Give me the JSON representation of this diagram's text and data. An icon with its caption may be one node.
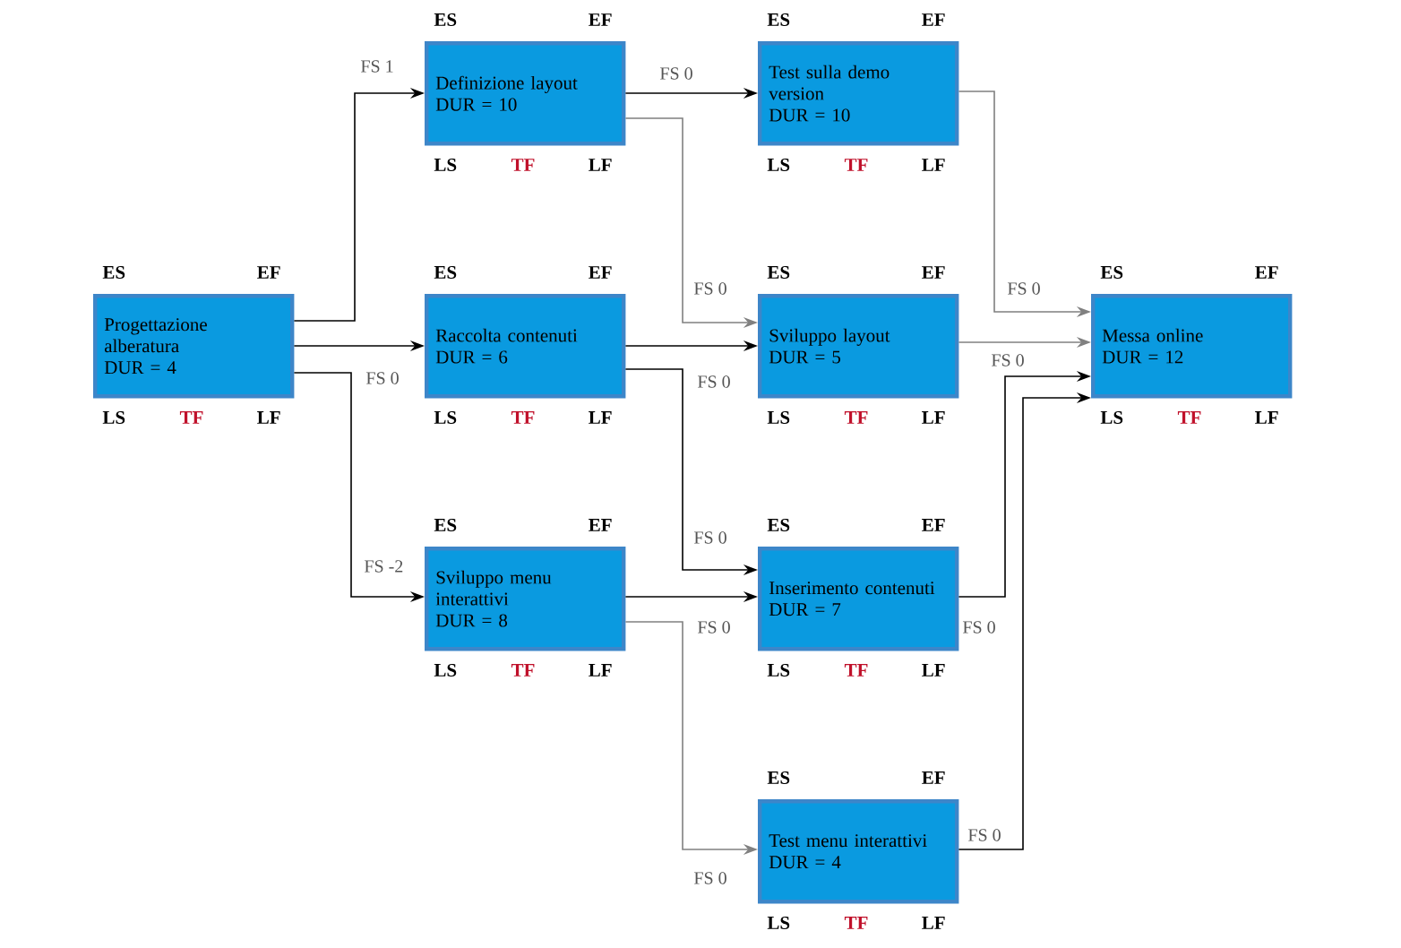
{
  "diagram": {
    "nodes": [
      {
        "text": [
          "Progettazione alberatura",
          "DUR = 4"
        ],
        "beside": [
          "ES",
          "EF",
          "LS",
          "TF",
          "LF"
        ]
      },
      {
        "text": [
          "Definizione layout",
          "DUR = 10"
        ],
        "beside": [
          "ES",
          "EF",
          "LS",
          "TF",
          "LF"
        ]
      },
      {
        "text": [
          "Raccolta contenuti",
          "DUR = 6"
        ],
        "beside": [
          "ES",
          "EF",
          "LS",
          "TF",
          "LF"
        ]
      },
      {
        "text": [
          "Sviluppo menu interattivi",
          "DUR = 8"
        ],
        "beside": [
          "ES",
          "EF",
          "LS",
          "TF",
          "LF"
        ]
      },
      {
        "text": [
          "Test sulla demo version",
          "DUR = 10"
        ],
        "beside": [
          "ES",
          "EF",
          "LS",
          "TF",
          "LF"
        ]
      },
      {
        "text": [
          "Sviluppo layout",
          "DUR = 5"
        ],
        "beside": [
          "ES",
          "EF",
          "LS",
          "TF",
          "LF"
        ]
      },
      {
        "text": [
          "Inserimento contenuti",
          "DUR = 7"
        ],
        "beside": [
          "ES",
          "EF",
          "LS",
          "TF",
          "LF"
        ]
      },
      {
        "text": [
          "Test menu interattivi",
          "DUR = 4"
        ],
        "beside": [
          "ES",
          "EF",
          "LS",
          "TF",
          "LF"
        ]
      },
      {
        "text": [
          "Messa online",
          "DUR = 12"
        ],
        "beside": [
          "ES",
          "EF",
          "LS",
          "TF",
          "LF"
        ]
      }
    ],
    "edges": [
      {
        "from": 0,
        "to": 1,
        "arrow": "to",
        "label": "FS 1"
      },
      {
        "from": 0,
        "to": 2,
        "arrow": "to",
        "label": "FS 0"
      },
      {
        "from": 0,
        "to": 3,
        "arrow": "to",
        "label": "FS -2"
      },
      {
        "from": 1,
        "to": 4,
        "arrow": "to",
        "label": "FS 0"
      },
      {
        "from": 1,
        "to": 5,
        "arrow": "to",
        "label": "FS 0",
        "color": "#808080"
      },
      {
        "from": 2,
        "to": 5,
        "arrow": "to",
        "label": "FS 0"
      },
      {
        "from": 2,
        "to": 6,
        "arrow": "to",
        "label": "FS 0"
      },
      {
        "from": 3,
        "to": 6,
        "arrow": "to",
        "label": "FS 0"
      },
      {
        "from": 3,
        "to": 7,
        "arrow": "to",
        "label": "FS 0",
        "color": "#808080"
      },
      {
        "from": 4,
        "to": 8,
        "arrow": "to",
        "label": "FS 0",
        "color": "#808080"
      },
      {
        "from": 5,
        "to": 8,
        "arrow": "to",
        "label": "FS 0",
        "color": "#808080"
      },
      {
        "from": 6,
        "to": 8,
        "arrow": "to",
        "label": "FS 0"
      },
      {
        "from": 7,
        "to": 8,
        "arrow": "to",
        "label": "FS 0"
      }
    ]
  }
}
